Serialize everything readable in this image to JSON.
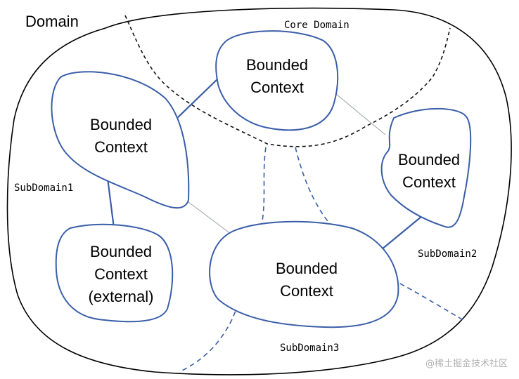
{
  "diagram": {
    "domain_label": "Domain",
    "core_domain_label": "Core Domain",
    "subdomain1_label": "SubDomain1",
    "subdomain2_label": "SubDomain2",
    "subdomain3_label": "SubDomain3",
    "contexts": [
      {
        "id": "core-context",
        "lines": [
          "Bounded",
          "Context"
        ]
      },
      {
        "id": "subdomain1-context",
        "lines": [
          "Bounded",
          "Context"
        ]
      },
      {
        "id": "external-context",
        "lines": [
          "Bounded",
          "Context",
          "(external)"
        ]
      },
      {
        "id": "subdomain3-context",
        "lines": [
          "Bounded",
          "Context"
        ]
      },
      {
        "id": "subdomain2-context",
        "lines": [
          "Bounded",
          "Context"
        ]
      }
    ],
    "watermark": "@稀土掘金技术社区",
    "colors": {
      "context_stroke": "#3a5ea8",
      "outline": "#000000"
    }
  }
}
